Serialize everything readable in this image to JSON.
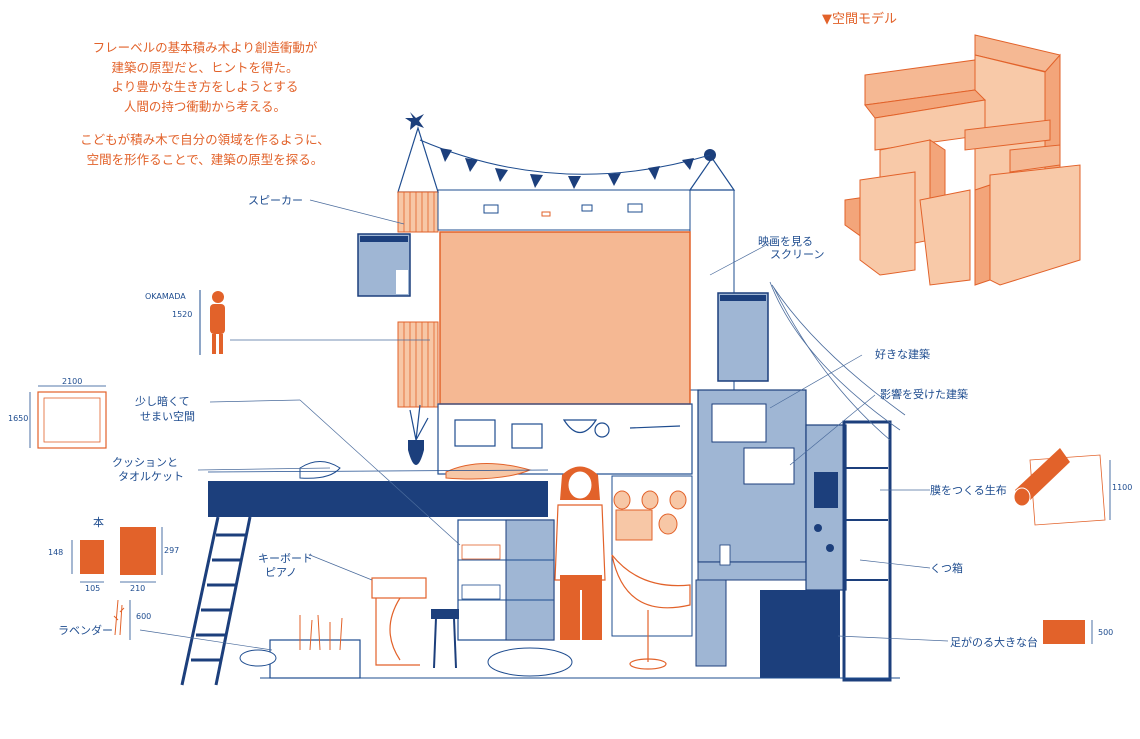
{
  "intro": {
    "line1": "フレーベルの基本積み木より創造衝動が",
    "line2": "建築の原型だと、ヒントを得た。",
    "line3": "より豊かな生き方をしようとする",
    "line4": "人間の持つ衝動から考える。",
    "line5": "こどもが積み木で自分の領域を作るように、",
    "line6": "空間を形作ることで、建築の原型を探る。"
  },
  "model_title": "▼空間モデル",
  "labels": {
    "speaker": "スピーカー",
    "screen_1": "映画を見る",
    "screen_2": "スクリーン",
    "okamada": "OKAMADA",
    "height_1520": "1520",
    "favorite_arch": "好きな建築",
    "influence_arch": "影響を受けた建築",
    "dark_1": "少し暗くて",
    "dark_2": "せまい空間",
    "cushion_1": "クッションと",
    "cushion_2": "タオルケット",
    "curtain_fabric": "膜をつくる生布",
    "book": "本",
    "keyboard_1": "キーボード",
    "keyboard_2": "ピアノ",
    "shoe_box": "くつ箱",
    "lavender": "ラベンダー",
    "foot_stool": "足がのる大きな台"
  },
  "dims": {
    "d2100": "2100",
    "d1650": "1650",
    "d148": "148",
    "d105": "105",
    "d297": "297",
    "d210": "210",
    "d600": "600",
    "d1100": "1100",
    "d500": "500"
  },
  "colors": {
    "orange": "#e2622a",
    "peach": "#f5b893",
    "navy": "#1c3f7c",
    "steel": "#9fb6d4",
    "line": "#4a6b9c"
  }
}
